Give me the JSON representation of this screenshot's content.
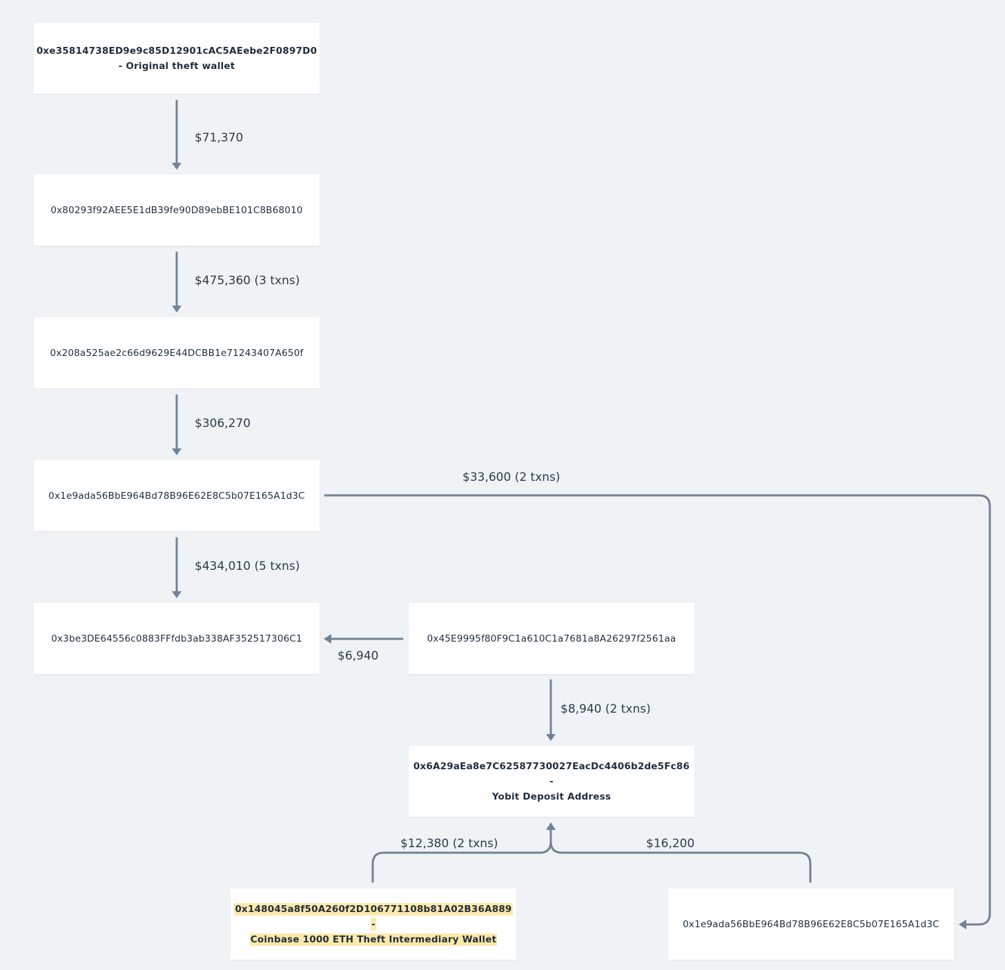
{
  "nodes": {
    "n1": {
      "line1": "0xe35814738ED9e9c85D12901cAC5AEebe2F0897D0",
      "line2": "- Original theft wallet"
    },
    "n2": {
      "text": "0x80293f92AEE5E1dB39fe90D89ebBE101C8B68010"
    },
    "n3": {
      "text": "0x208a525ae2c66d9629E44DCBB1e71243407A650f"
    },
    "n4": {
      "text": "0x1e9ada56BbE964Bd78B96E62E8C5b07E165A1d3C"
    },
    "n5": {
      "text": "0x3be3DE64556c0883FFfdb3ab338AF352517306C1"
    },
    "n6": {
      "text": "0x45E9995f80F9C1a610C1a7681a8A26297f2561aa"
    },
    "n7": {
      "line1": "0x6A29aEa8e7C62587730027EacDc4406b2de5Fc86 -",
      "line2": "Yobit Deposit Address"
    },
    "n8": {
      "line1": "0x148045a8f50A260f2D106771108b81A02B36A889 -",
      "line2": "Coinbase 1000 ETH Theft Intermediary Wallet"
    },
    "n9": {
      "text": "0x1e9ada56BbE964Bd78B96E62E8C5b07E165A1d3C"
    }
  },
  "edges": {
    "e1": "$71,370",
    "e2": "$475,360 (3 txns)",
    "e3": "$306,270",
    "e4": "$434,010 (5 txns)",
    "e5": "$33,600 (2 txns)",
    "e6": "$6,940",
    "e7": "$8,940 (2 txns)",
    "e8": "$12,380 (2 txns)",
    "e9": "$16,200"
  },
  "colors": {
    "background": "#eff3f6",
    "node": "#ffffff",
    "edge": "#738394",
    "highlight": "#fde9a9"
  }
}
